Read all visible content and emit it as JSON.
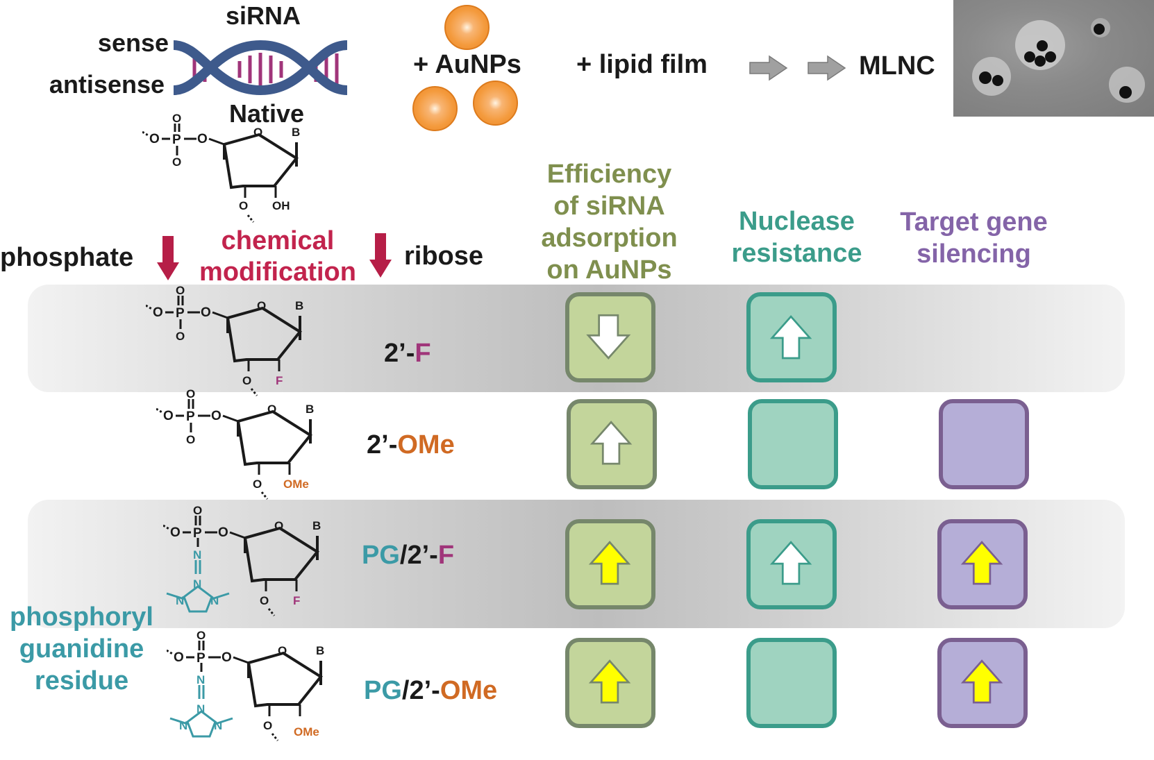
{
  "header": {
    "sirna": "siRNA",
    "sense": "sense",
    "antisense": "antisense",
    "native": "Native",
    "aunps": "+ AuNPs",
    "lipid_film": "+ lipid film",
    "mlnc": "MLNC"
  },
  "modification": {
    "phosphate": "phosphate",
    "chemical": "chemical",
    "modification": "modification",
    "ribose": "ribose",
    "pg_line1": "phosphoryl",
    "pg_line2": "guanidine",
    "pg_line3": "residue"
  },
  "columns": [
    {
      "lines": [
        "Efficiency",
        "of siRNA",
        "adsorption",
        "on AuNPs"
      ],
      "color": "#7f8f4e"
    },
    {
      "lines": [
        "Nuclease",
        "resistance"
      ],
      "color": "#3b9c8a"
    },
    {
      "lines": [
        "Target gene",
        "silencing"
      ],
      "color": "#8464a8"
    }
  ],
  "rows": [
    {
      "prefix": "",
      "core": "2’-",
      "suffix": "F",
      "suffix_color": "#a0357a",
      "substituent": "F",
      "efficiency": "down-white",
      "nuclease": "up-white",
      "silencing": "none"
    },
    {
      "prefix": "",
      "core": "2’-",
      "suffix": "OMe",
      "suffix_color": "#d06a23",
      "substituent": "OMe",
      "efficiency": "up-white",
      "nuclease": "empty",
      "silencing": "empty"
    },
    {
      "prefix": "PG",
      "core": "/2’-",
      "suffix": "F",
      "suffix_color": "#a0357a",
      "substituent": "F",
      "efficiency": "up-yellow",
      "nuclease": "up-white",
      "silencing": "up-yellow"
    },
    {
      "prefix": "PG",
      "core": "/2’-",
      "suffix": "OMe",
      "suffix_color": "#d06a23",
      "substituent": "OMe",
      "efficiency": "up-yellow",
      "nuclease": "empty",
      "silencing": "up-yellow"
    }
  ],
  "chem": {
    "O": "O",
    "P": "P",
    "B": "B",
    "OH": "OH",
    "N": "N",
    "O_minus": "O-"
  },
  "colors": {
    "helix_backbone": "#3e5a8c",
    "helix_rungs": "#a0357a",
    "modification_red": "#c2234d",
    "arrow_crimson": "#b61e47",
    "pg_teal": "#3b9aa6",
    "gray_arrow": "#a0a0a0"
  }
}
